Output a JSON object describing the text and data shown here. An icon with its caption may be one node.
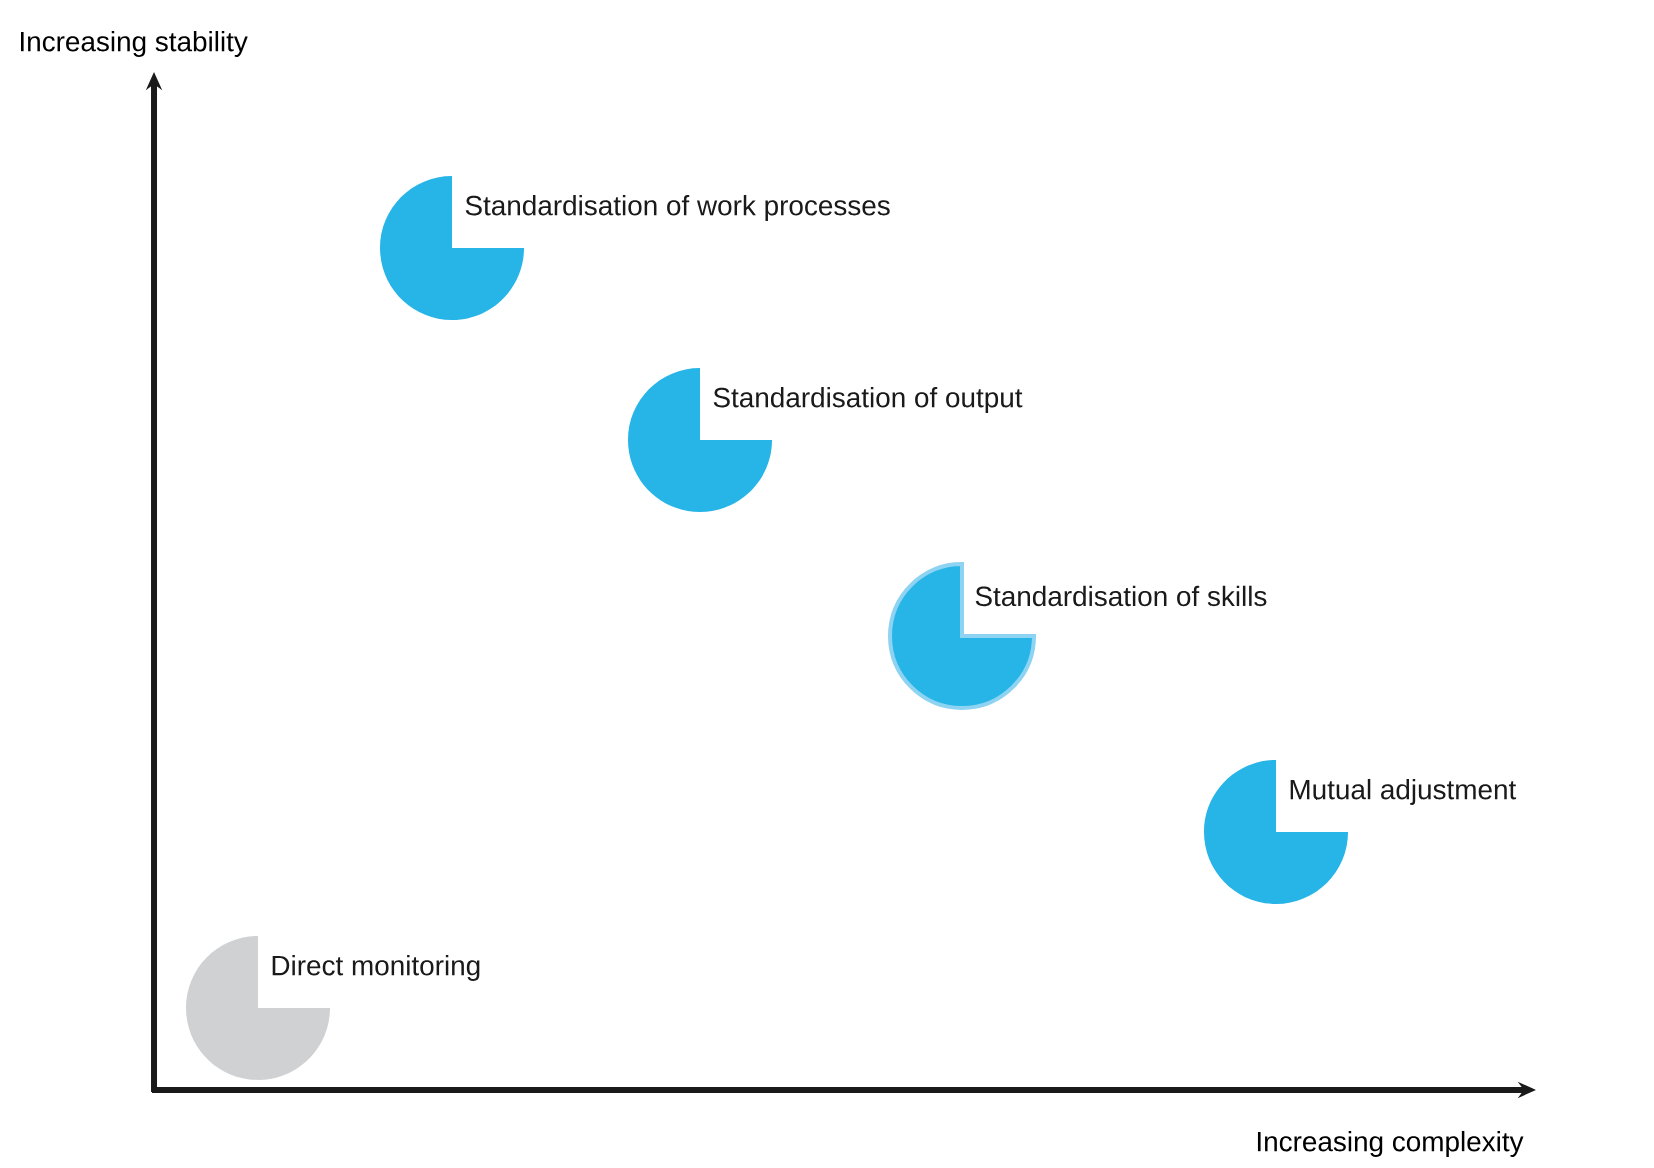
{
  "diagram": {
    "nodes": [
      {
        "text": [
          "Standardisation of work processes"
        ]
      },
      {
        "text": [
          "Standardisation of output"
        ]
      },
      {
        "text": [
          "Standardisation of skills"
        ]
      },
      {
        "text": [
          "Mutual adjustment"
        ]
      },
      {
        "text": [
          "Direct monitoring"
        ]
      }
    ],
    "labels": [
      "Increasing stability",
      "Increasing complexity"
    ]
  }
}
